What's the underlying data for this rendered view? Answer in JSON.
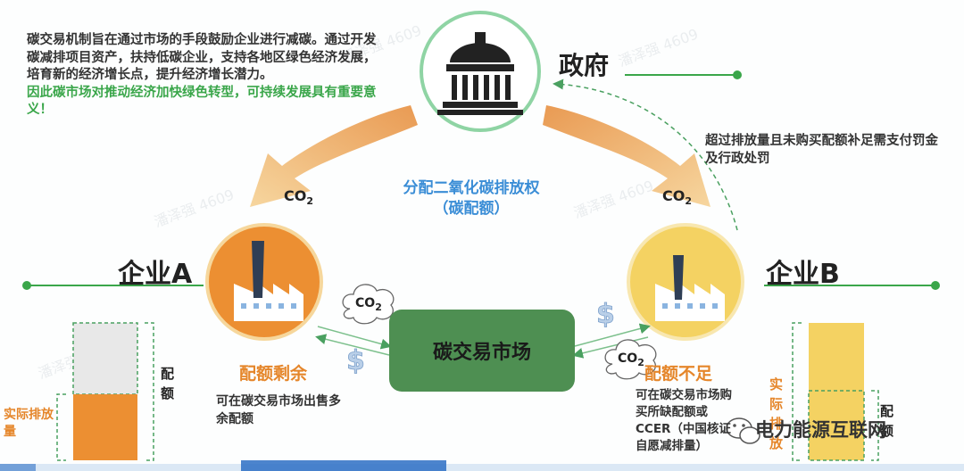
{
  "intro": {
    "text": "碳交易机制旨在通过市场的手段鼓励企业进行减碳。通过开发碳减排项目资产，扶持低碳企业，支持各地区绿色经济发展，培育新的经济增长点，提升经济增长潜力。",
    "highlight": "因此碳市场对推动经济加快绿色转型，可持续发展具有重要意义！"
  },
  "government": {
    "label": "政府"
  },
  "allocation": {
    "line1": "分配二氧化碳排放权",
    "line2": "（碳配额）"
  },
  "penalty": {
    "text": "超过排放量且未购买配额补足需支付罚金及行政处罚"
  },
  "co2": {
    "base": "CO",
    "sub": "2"
  },
  "enterprise_a": {
    "label": "企业A",
    "status": "配额剩余",
    "desc": "可在碳交易市场出售多余配额",
    "bar_quota_label": "配额",
    "bar_actual_label": "实际排放量"
  },
  "enterprise_b": {
    "label": "企业B",
    "status": "配额不足",
    "desc": "可在碳交易市场购买所缺配额或CCER（中国核证自愿减排量）",
    "bar_actual_label": "实际排放",
    "bar_quota_label": "配额"
  },
  "market": {
    "label": "碳交易市场"
  },
  "brand": {
    "text": "电力能源互联网"
  },
  "watermark": {
    "text": "潘泽强 4609"
  },
  "colors": {
    "orange": "#e5862a",
    "orange_light": "#f0c060",
    "yellow": "#f5d060",
    "green": "#4e8f52",
    "green_text": "#3aa64a",
    "blue_text": "#3a8dd6",
    "timeline": "#3aa64a"
  }
}
